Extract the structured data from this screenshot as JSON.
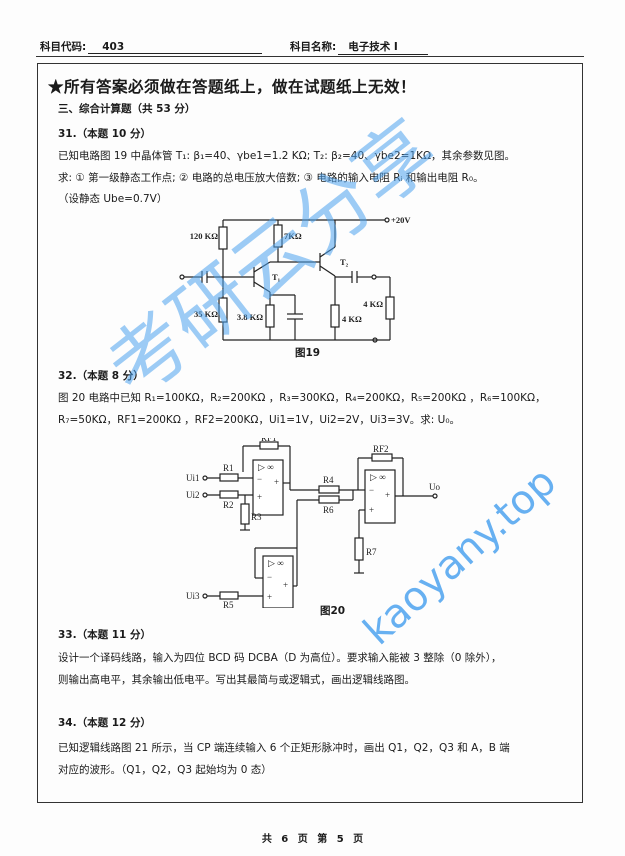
{
  "header": {
    "code_label": "科目代码:",
    "code_value": "403",
    "name_label": "科目名称:",
    "name_value": "电子技术 I"
  },
  "notice": "★所有答案必须做在答题纸上，做在试题纸上无效！",
  "section_title": "三、综合计算题（共 53 分）",
  "q31": {
    "title": "31.（本题 10 分）",
    "line1": "已知电路图 19 中晶体管 T₁:  β₁=40、γbe1=1.2 KΩ; T₂: β₂=40、γbe2=1KΩ，其余参数见图。",
    "line2": "求: ① 第一级静态工作点; ② 电路的总电压放大倍数; ③ 电路的输入电阻 Rᵢ 和输出电阻 R₀。",
    "line3": "（设静态 Ube=0.7V）",
    "figure": {
      "caption": "图19",
      "vcc": "+20V",
      "r_top_left": "120 KΩ",
      "r_collector": "7KΩ",
      "r_bottom_left": "35 KΩ",
      "r_emitter1": "3.8 KΩ",
      "r_emitter2": "4 KΩ",
      "r_load": "4 KΩ",
      "t1": "T₁",
      "t2": "T₂"
    }
  },
  "q32": {
    "title": "32.（本题 8 分）",
    "line1": "图 20 电路中已知 R₁=100KΩ，R₂=200KΩ ，R₃=300KΩ，R₄=200KΩ，R₅=200KΩ ，R₆=100KΩ，",
    "line2": "R₇=50KΩ，RF1=200KΩ ，RF2=200KΩ，Ui1=1V，Ui2=2V，Ui3=3V。求: U₀。",
    "figure": {
      "caption": "图20",
      "labels": [
        "Ui1",
        "Ui2",
        "Ui3",
        "R1",
        "R2",
        "R3",
        "R4",
        "R5",
        "R6",
        "R7",
        "RF1",
        "RF2",
        "Uo"
      ],
      "opamp_symbol": "▷ ∞"
    }
  },
  "q33": {
    "title": "33.（本题 11 分）",
    "line1": "设计一个译码线路，输入为四位 BCD 码 DCBA（D 为高位）。要求输入能被 3 整除（0 除外），",
    "line2": "则输出高电平，其余输出低电平。写出其最简与或逻辑式，画出逻辑线路图。"
  },
  "q34": {
    "title": "34.（本题 12 分）",
    "line1": "已知逻辑线路图 21 所示，当 CP 端连续输入 6 个正矩形脉冲时，画出 Q1，Q2，Q3 和 A，B 端",
    "line2": "对应的波形。（Q1，Q2，Q3 起始均为 0 态）"
  },
  "footer": "共 6 页 第 5 页",
  "watermark": {
    "cn": "考研云分享",
    "en": "kaoyany.top",
    "color": "#4da3ef"
  }
}
